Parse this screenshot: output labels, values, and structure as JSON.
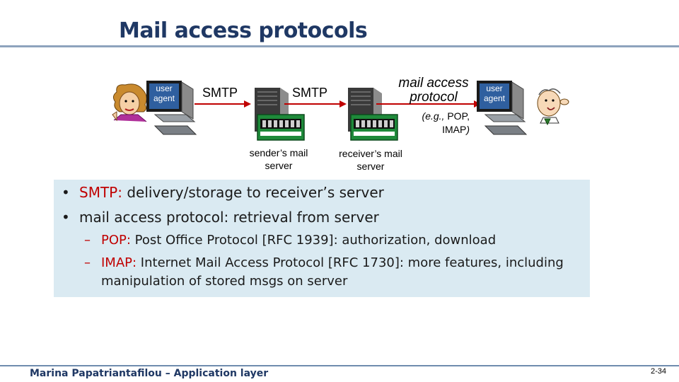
{
  "slide": {
    "title": "Mail access protocols",
    "footer": "Marina Papatriantafilou – Application layer",
    "page_number": "2-34"
  },
  "diagram": {
    "user_agent_left": "user agent",
    "user_agent_right": "user agent",
    "smtp_label_1": "SMTP",
    "smtp_label_2": "SMTP",
    "mail_access_line1": "mail access",
    "mail_access_line2": "protocol",
    "eg_line1_prefix": "(e.g.,",
    "eg_line1_value": "POP,",
    "eg_line2_value": "IMAP",
    "eg_line2_suffix": ")",
    "sender_server_line1": "sender’s mail",
    "sender_server_line2": "server",
    "receiver_server_line1": "receiver’s mail",
    "receiver_server_line2": "server"
  },
  "content": {
    "bullet1_red": "SMTP:",
    "bullet1_text": " delivery/storage to receiver’s server",
    "bullet2_text": "mail access protocol: retrieval from server",
    "sub1_red": "POP:",
    "sub1_text": " Post Office Protocol [RFC 1939]: authorization, download",
    "sub2_red": "IMAP:",
    "sub2_text": " Internet Mail Access Protocol [RFC 1730]: more features, including",
    "sub2_text_line2": "manipulation of stored msgs on server"
  },
  "colors": {
    "title": "#1f3864",
    "accent_red": "#c00000",
    "arrow_red": "#c00000",
    "box_bg": "#daeaf2"
  }
}
